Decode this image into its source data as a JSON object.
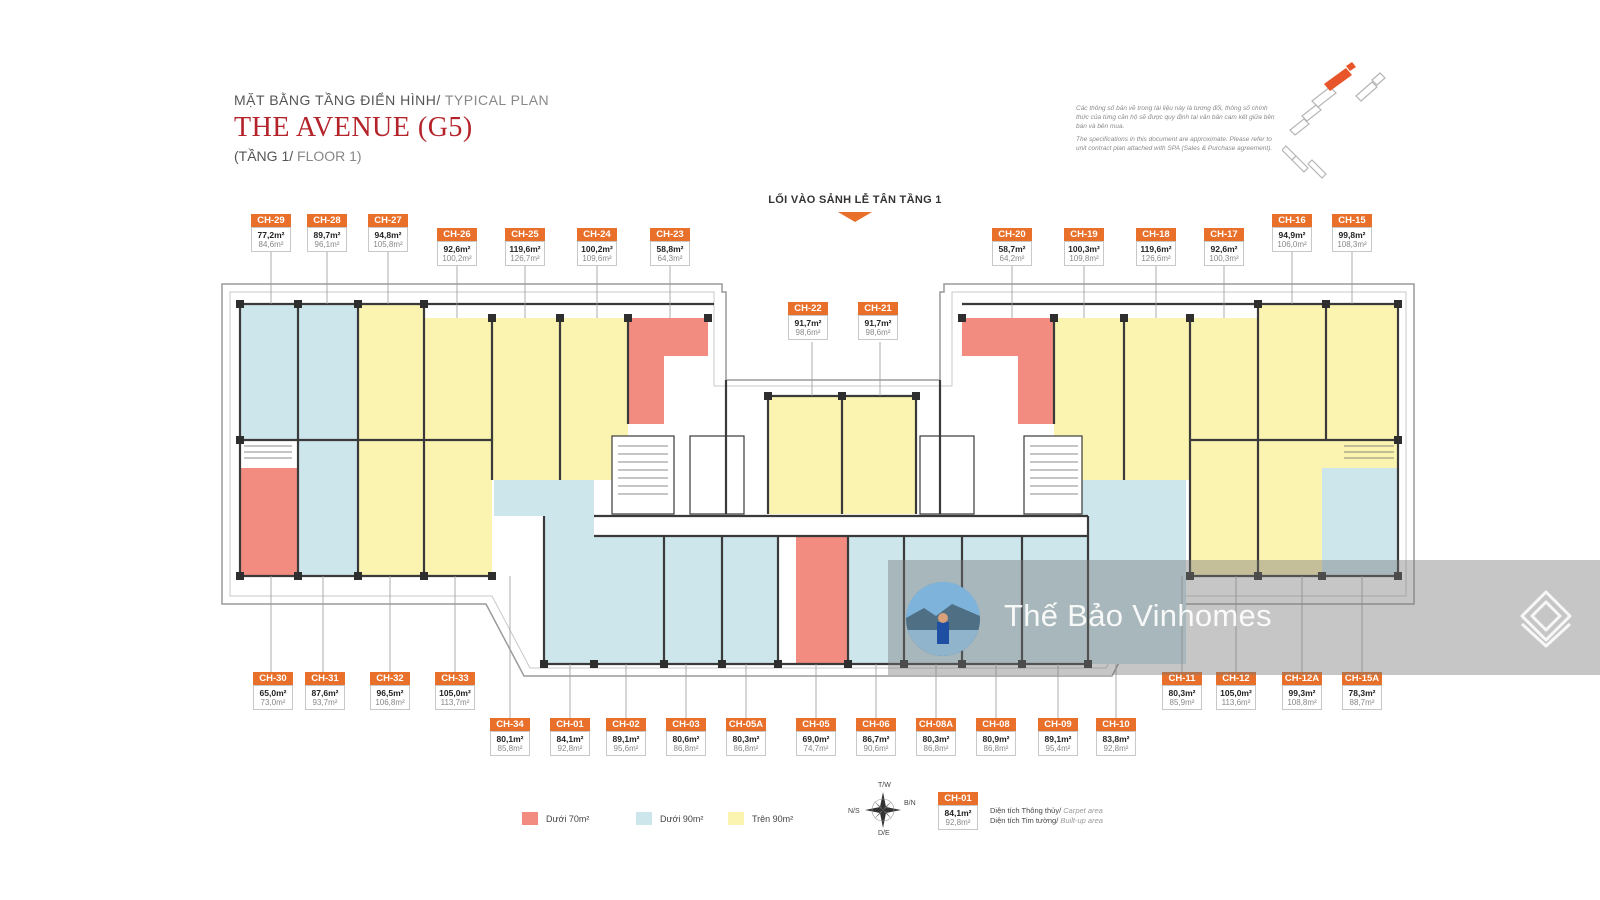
{
  "header": {
    "subtitle_vi": "MẶT BẰNG TẦNG ĐIỂN HÌNH/",
    "subtitle_en": " TYPICAL PLAN",
    "title": "THE AVENUE (G5)",
    "floor_vi": "(TẦNG 1/",
    "floor_en": " FLOOR 1)"
  },
  "disclaimer": {
    "vi": "Các thông số bản vẽ trong tài liệu này là tương đối, thông số chính thức của từng căn hộ sẽ được quy định tại văn bản cam kết giữa bên bán và bên mua.",
    "en": "The specifications in this document are approximate. Please refer to unit contract plan attached with SPA (Sales & Purchase agreement)."
  },
  "entrance_label": "LỐI VÀO SẢNH LỄ TÂN TẦNG 1",
  "units": [
    {
      "code": "CH-29",
      "carpet": "77,2m²",
      "built": "84,6m²",
      "category": "under90"
    },
    {
      "code": "CH-28",
      "carpet": "89,7m²",
      "built": "96,1m²",
      "category": "under90"
    },
    {
      "code": "CH-27",
      "carpet": "94,8m²",
      "built": "105,8m²",
      "category": "over90"
    },
    {
      "code": "CH-26",
      "carpet": "92,6m²",
      "built": "100,2m²",
      "category": "over90"
    },
    {
      "code": "CH-25",
      "carpet": "119,6m²",
      "built": "126,7m²",
      "category": "over90"
    },
    {
      "code": "CH-24",
      "carpet": "100,2m²",
      "built": "109,6m²",
      "category": "over90"
    },
    {
      "code": "CH-23",
      "carpet": "58,8m²",
      "built": "64,3m²",
      "category": "under70"
    },
    {
      "code": "CH-22",
      "carpet": "91,7m²",
      "built": "98,6m²",
      "category": "over90"
    },
    {
      "code": "CH-21",
      "carpet": "91,7m²",
      "built": "98,6m²",
      "category": "over90"
    },
    {
      "code": "CH-20",
      "carpet": "58,7m²",
      "built": "64,2m²",
      "category": "under70"
    },
    {
      "code": "CH-19",
      "carpet": "100,3m²",
      "built": "109,8m²",
      "category": "over90"
    },
    {
      "code": "CH-18",
      "carpet": "119,6m²",
      "built": "126,6m²",
      "category": "over90"
    },
    {
      "code": "CH-17",
      "carpet": "92,6m²",
      "built": "100,3m²",
      "category": "over90"
    },
    {
      "code": "CH-16",
      "carpet": "94,9m²",
      "built": "106,0m²",
      "category": "over90"
    },
    {
      "code": "CH-15",
      "carpet": "99,8m²",
      "built": "108,3m²",
      "category": "over90"
    },
    {
      "code": "CH-30",
      "carpet": "65,0m²",
      "built": "73,0m²",
      "category": "under70"
    },
    {
      "code": "CH-31",
      "carpet": "87,6m²",
      "built": "93,7m²",
      "category": "under90"
    },
    {
      "code": "CH-32",
      "carpet": "96,5m²",
      "built": "106,8m²",
      "category": "over90"
    },
    {
      "code": "CH-33",
      "carpet": "105,0m²",
      "built": "113,7m²",
      "category": "over90"
    },
    {
      "code": "CH-34",
      "carpet": "80,1m²",
      "built": "85,8m²",
      "category": "under90"
    },
    {
      "code": "CH-01",
      "carpet": "84,1m²",
      "built": "92,8m²",
      "category": "under90"
    },
    {
      "code": "CH-02",
      "carpet": "89,1m²",
      "built": "95,6m²",
      "category": "under90"
    },
    {
      "code": "CH-03",
      "carpet": "80,6m²",
      "built": "86,8m²",
      "category": "under90"
    },
    {
      "code": "CH-05A",
      "carpet": "80,3m²",
      "built": "86,8m²",
      "category": "under90"
    },
    {
      "code": "CH-05",
      "carpet": "69,0m²",
      "built": "74,7m²",
      "category": "under70"
    },
    {
      "code": "CH-06",
      "carpet": "86,7m²",
      "built": "90,6m²",
      "category": "under90"
    },
    {
      "code": "CH-08A",
      "carpet": "80,3m²",
      "built": "86,8m²",
      "category": "under90"
    },
    {
      "code": "CH-08",
      "carpet": "80,9m²",
      "built": "86,8m²",
      "category": "under90"
    },
    {
      "code": "CH-09",
      "carpet": "89,1m²",
      "built": "95,4m²",
      "category": "under90"
    },
    {
      "code": "CH-10",
      "carpet": "83,8m²",
      "built": "92,8m²",
      "category": "under90"
    },
    {
      "code": "CH-11",
      "carpet": "80,3m²",
      "built": "85,9m²",
      "category": "under90"
    },
    {
      "code": "CH-12",
      "carpet": "105,0m²",
      "built": "113,6m²",
      "category": "over90"
    },
    {
      "code": "CH-12A",
      "carpet": "99,3m²",
      "built": "108,8m²",
      "category": "over90"
    },
    {
      "code": "CH-15A",
      "carpet": "78,3m²",
      "built": "88,7m²",
      "category": "under90"
    }
  ],
  "legend": [
    {
      "label": "Dưới 70m²",
      "color": "#f28b80"
    },
    {
      "label": "Dưới 90m²",
      "color": "#cce6ec"
    },
    {
      "label": "Trên 90m²",
      "color": "#fbf3b0"
    }
  ],
  "colors": {
    "accent": "#e8702a",
    "title": "#b4232a",
    "wall": "#3a3a3a"
  },
  "compass": {
    "north": "T/W",
    "east": "B/N",
    "south": "D/E",
    "west": "N/S"
  },
  "key": {
    "code": "CH-01",
    "carpet": "84,1m²",
    "built": "92,8m²",
    "carpet_vi": "Diện tích Thông thủy/",
    "carpet_en": " Carpet area",
    "built_vi": "Diện tích Tim tường/",
    "built_en": " Built-up area"
  },
  "watermark": {
    "text": "Thế Bảo Vinhomes",
    "icon": "layers-logo-icon"
  }
}
